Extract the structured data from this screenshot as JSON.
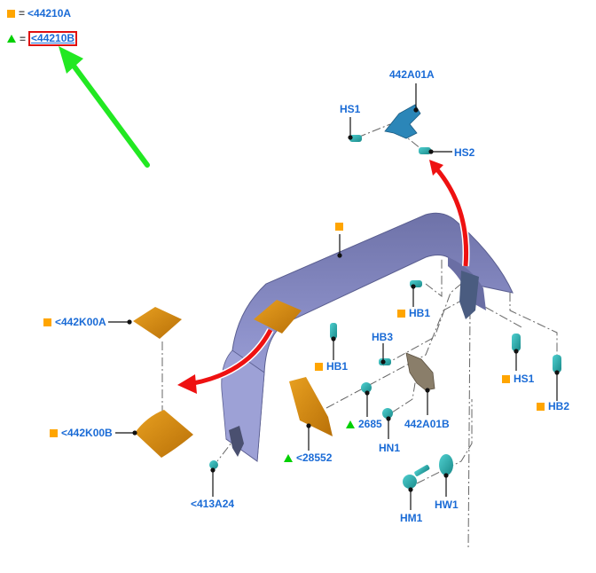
{
  "legend": [
    {
      "marker": "square-orange",
      "equals": "=",
      "code": "<44210A",
      "highlighted": false
    },
    {
      "marker": "triangle-green",
      "equals": "=",
      "code": "<44210B",
      "highlighted": true
    }
  ],
  "callouts": {
    "bracket_upper": {
      "text": "442A01A",
      "marker": "none"
    },
    "hs1_upper": {
      "text": "HS1",
      "marker": "none"
    },
    "hs2": {
      "text": "HS2",
      "marker": "none"
    },
    "bumper_main": {
      "text": "",
      "marker": "square-orange"
    },
    "hb1_right": {
      "text": "HB1",
      "marker": "square-orange"
    },
    "hb1_left": {
      "text": "HB1",
      "marker": "square-orange"
    },
    "hb3": {
      "text": "HB3",
      "marker": "none"
    },
    "k00a": {
      "text": "<442K00A",
      "marker": "square-orange"
    },
    "k00b": {
      "text": "<442K00B",
      "marker": "square-orange"
    },
    "hs1_lower": {
      "text": "HS1",
      "marker": "square-orange"
    },
    "hb2": {
      "text": "HB2",
      "marker": "square-orange"
    },
    "p2685": {
      "text": "2685",
      "marker": "triangle-green"
    },
    "bracket_lower": {
      "text": "442A01B",
      "marker": "none"
    },
    "hn1": {
      "text": "HN1",
      "marker": "none"
    },
    "p28552": {
      "text": "<28552",
      "marker": "triangle-green"
    },
    "p413a24": {
      "text": "<413A24",
      "marker": "none"
    },
    "hm1": {
      "text": "HM1",
      "marker": "none"
    },
    "hw1": {
      "text": "HW1",
      "marker": "none"
    }
  },
  "colors": {
    "label_blue": "#1a6bd6",
    "marker_orange": "#ffa500",
    "marker_green": "#00d000",
    "highlight_red": "#e01010",
    "bumper": "#8b8fc8",
    "trim": "#d18a0a",
    "fastener": "#2aa8a8",
    "arrow_red": "#ee1111",
    "arrow_green": "#22e822"
  }
}
